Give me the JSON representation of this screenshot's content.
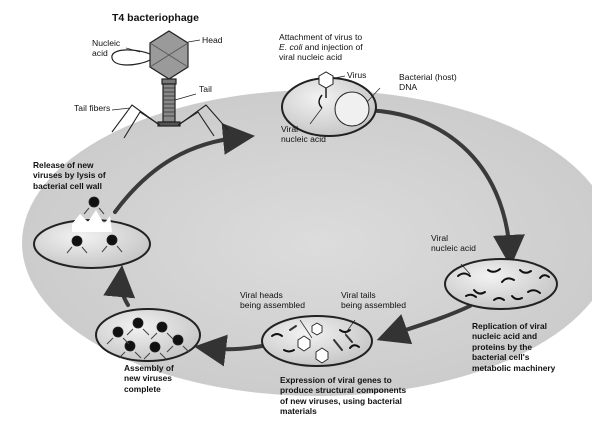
{
  "diagram": {
    "title": "T4 bacteriophage",
    "phage_labels": {
      "nucleic_acid": "Nucleic\nacid",
      "head": "Head",
      "tail": "Tail",
      "tail_fibers": "Tail fibers"
    },
    "attachment": {
      "caption_pre": "Attachment of virus to",
      "caption_ital": "E. coli",
      "caption_post": "and injection of",
      "caption_line3": "viral nucleic acid",
      "virus": "Virus",
      "host_dna": "Bacterial (host)\nDNA",
      "viral_na": "Viral\nnucleic acid"
    },
    "replication": {
      "viral_na": "Viral\nnucleic acid",
      "caption": "Replication of viral\nnucleic acid and\nproteins by the\nbacterial cell's\nmetabolic machinery"
    },
    "expression": {
      "heads": "Viral heads\nbeing assembled",
      "tails": "Viral tails\nbeing assembled",
      "caption": "Expression of viral genes to\nproduce structural components\nof new viruses, using bacterial\nmaterials"
    },
    "assembly": {
      "caption": "Assembly of\nnew viruses\ncomplete"
    },
    "release": {
      "caption": "Release of new\nviruses by lysis of\nbacterial cell wall"
    },
    "colors": {
      "background_ellipse": "#d2d2d2",
      "cell_fill": "#e2e2e2",
      "cell_stroke": "#222222",
      "arrow": "#3a3a3a"
    }
  }
}
